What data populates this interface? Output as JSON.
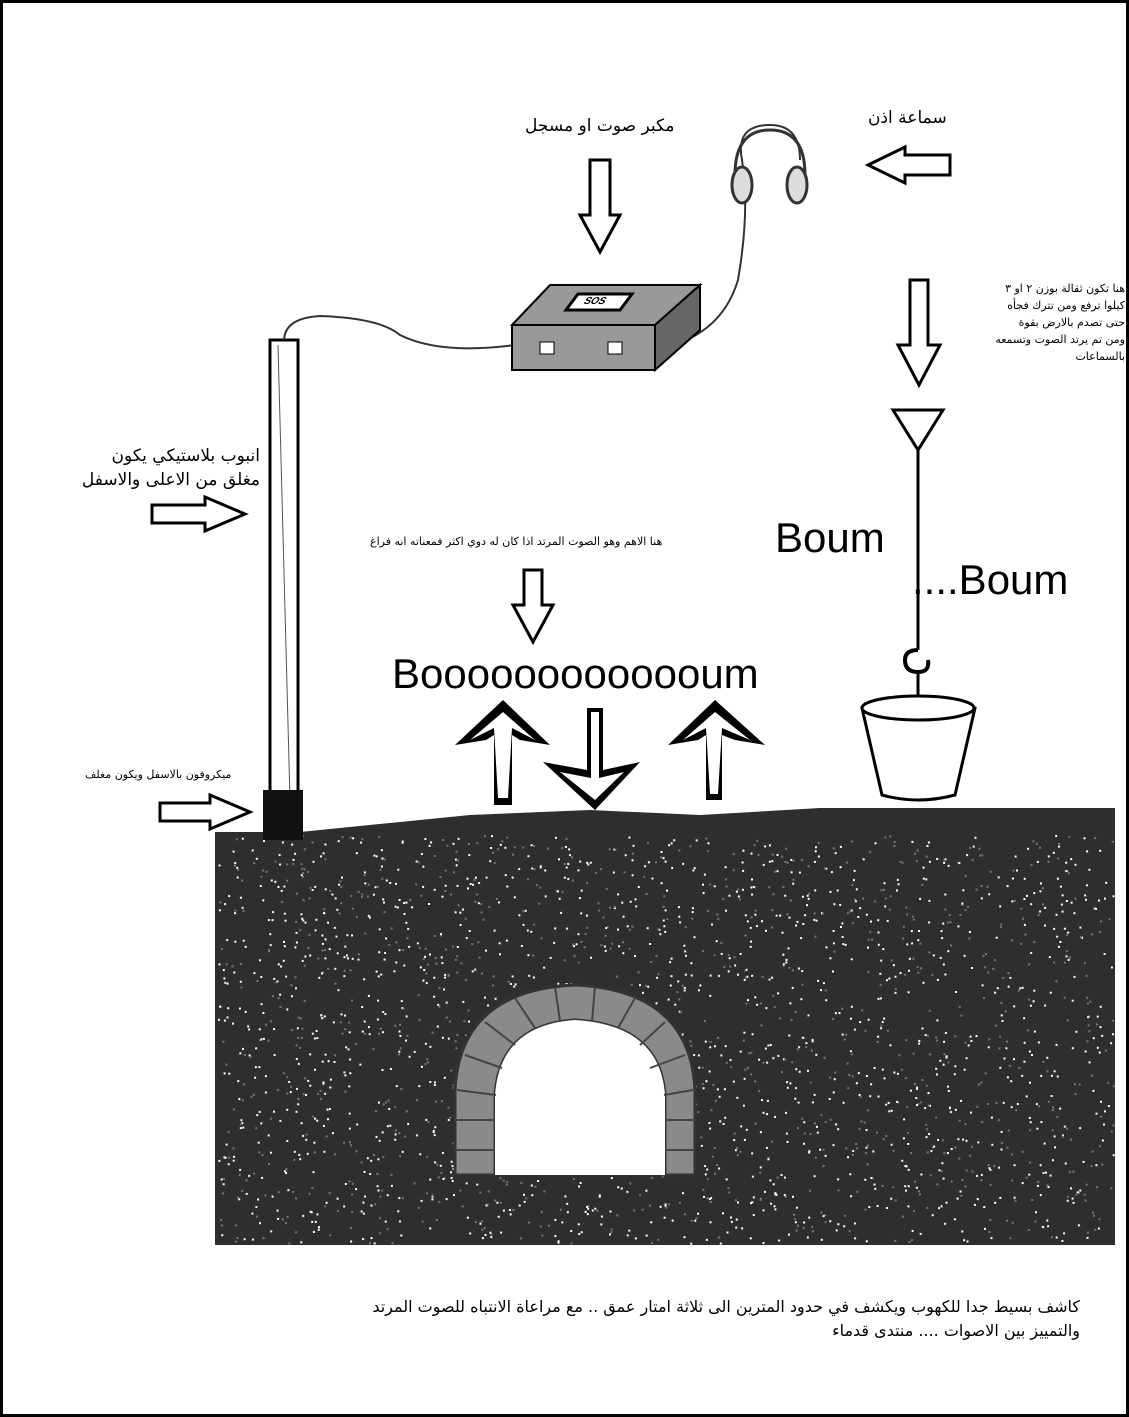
{
  "labels": {
    "speaker_recorder": "مكبر صوت او مسجل",
    "earphones": "سماعة اذن",
    "weight_note": [
      "هنا تكون ثقالة بوزن ٢ او ٣",
      "كيلوا ترفع ومن تترك فجأه",
      "حتى تصدم بالارض بقوة",
      "ومن تم يرتد الصوت وتسمعه",
      "بالسماعات"
    ],
    "pipe": [
      "انبوب بلاستيكي يكون",
      "مغلق من الاعلى والاسفل"
    ],
    "echo_note": "هنا الاهم وهو الصوت المرتد اذا كان له دوي اكثر فمعناته انه فراغ",
    "microphone": "ميكروفون بالاسفل ويكون مغلف",
    "boum1": "Boum",
    "boum2": "....Boum",
    "boom_long": "Booooooooooooum",
    "device_screen": "SOS",
    "caption": [
      "كاشف بسيط جدا للكهوب ويكشف في حدود المترين الى ثلاثة امتار عمق .. مع مراعاة الانتباه للصوت المرتد",
      "والتمييز بين الاصوات .... منتدى قدماء"
    ]
  },
  "colors": {
    "ground": "#2e2e2e",
    "stone": "#8a8a8a",
    "border": "#000000"
  }
}
